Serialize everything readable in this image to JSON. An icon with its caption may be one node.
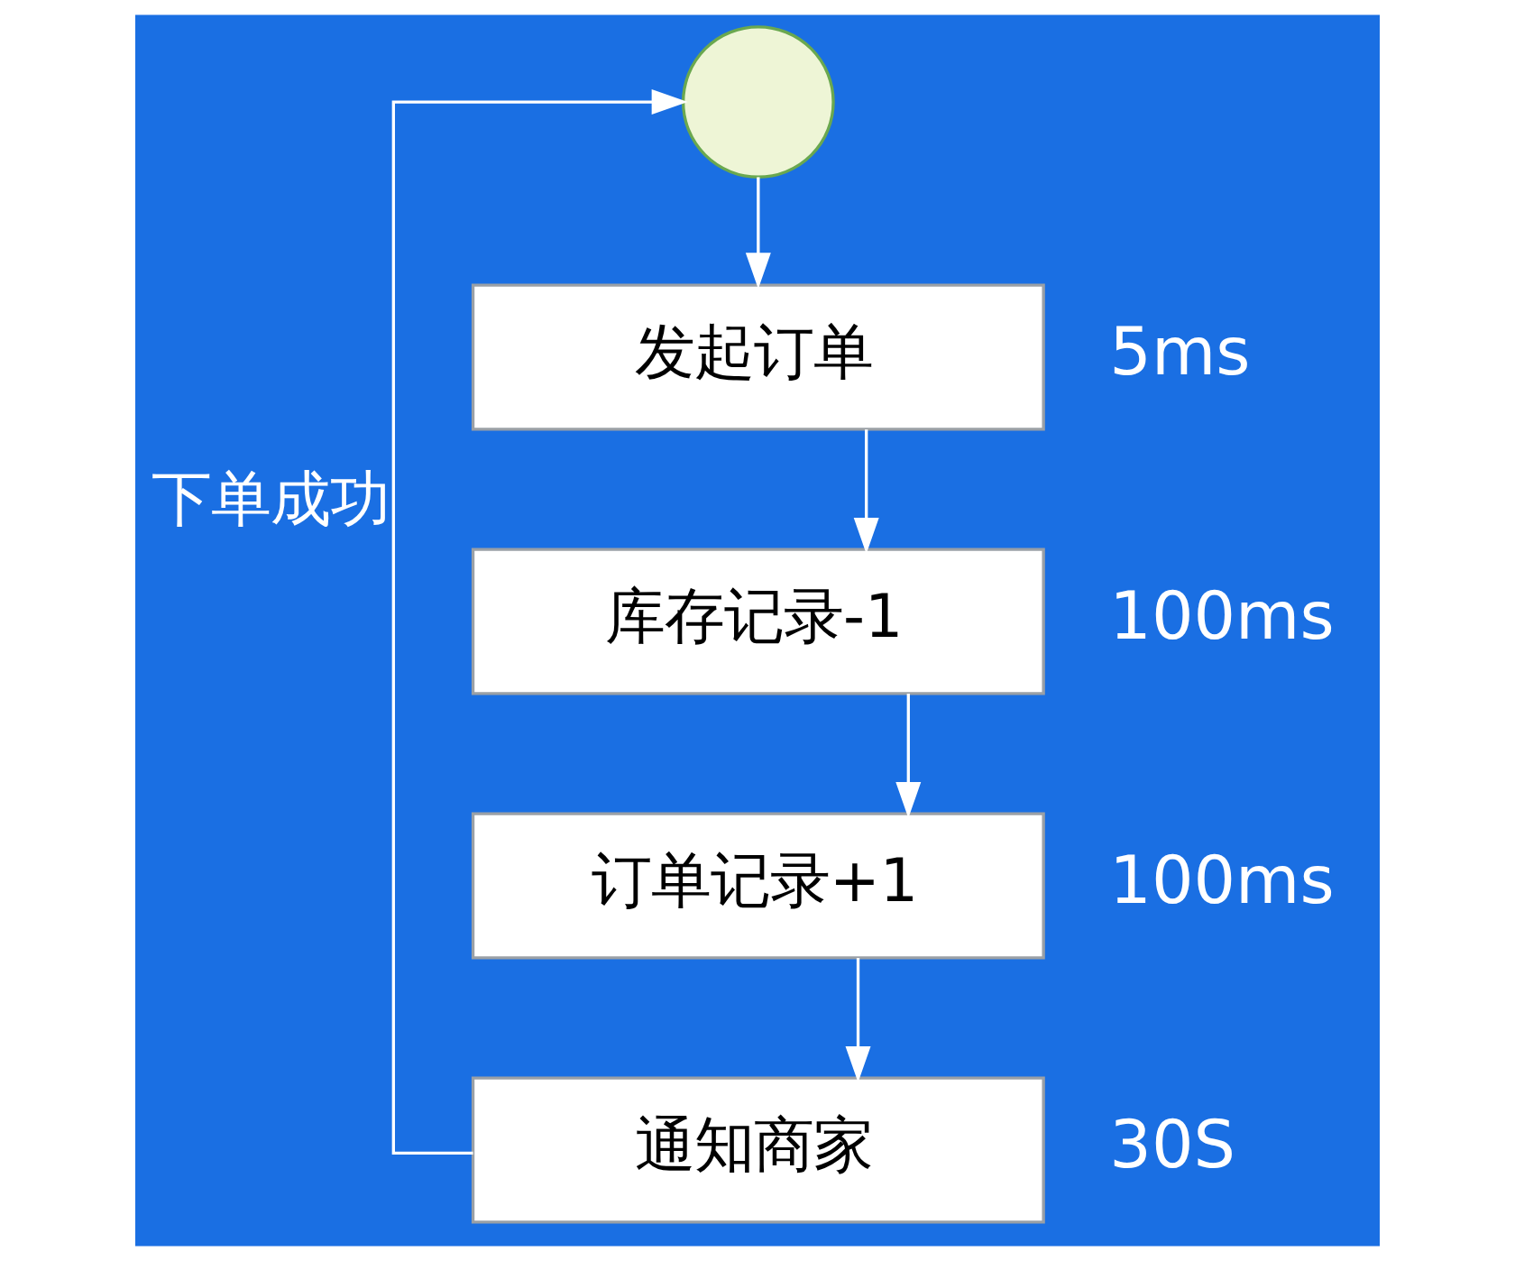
{
  "diagram": {
    "nodes": [
      {
        "text": [],
        "shape": "circle"
      },
      {
        "text": [
          "发起订单"
        ],
        "beside": [
          "5ms"
        ]
      },
      {
        "text": [
          "库存记录-1"
        ],
        "beside": [
          "100ms"
        ]
      },
      {
        "text": [
          "订单记录+1"
        ],
        "beside": [
          "100ms"
        ]
      },
      {
        "text": [
          "通知商家"
        ],
        "beside": [
          "30S"
        ]
      }
    ],
    "edges": [
      {
        "from": 0,
        "to": 1,
        "arrow": "to"
      },
      {
        "from": 1,
        "to": 2,
        "arrow": "to"
      },
      {
        "from": 2,
        "to": 3,
        "arrow": "to"
      },
      {
        "from": 3,
        "to": 4,
        "arrow": "to"
      },
      {
        "from": 4,
        "to": 0,
        "arrow": "to",
        "label": "下单成功"
      }
    ]
  }
}
